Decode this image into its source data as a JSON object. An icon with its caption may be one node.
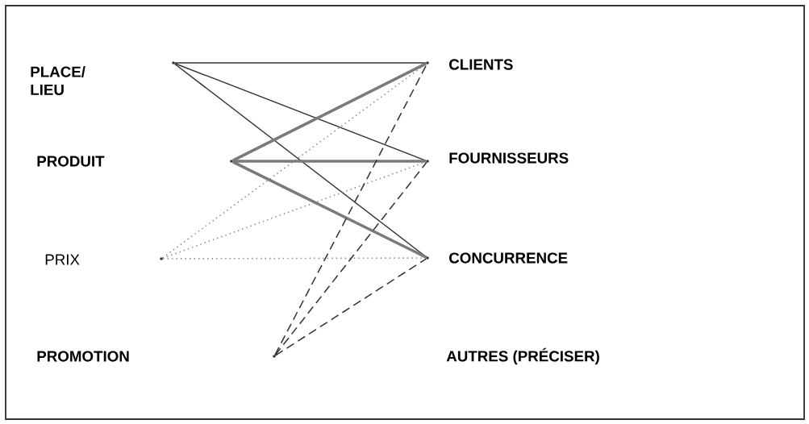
{
  "diagram": {
    "nodes": [
      {
        "text": [],
        "shape": "circle"
      },
      {
        "text": [],
        "shape": "circle"
      },
      {
        "text": [],
        "shape": "circle"
      },
      {
        "text": [],
        "shape": "circle"
      },
      {
        "text": [
          "CLIENTS"
        ]
      },
      {
        "text": [
          "FOURNISSEURS"
        ]
      },
      {
        "text": [
          "CONCURRENCE"
        ]
      },
      {
        "text": [
          "AUTRES (PRÉCISER)"
        ]
      }
    ],
    "edges": [
      {
        "from": 0,
        "to": 4,
        "arrow": "none"
      },
      {
        "from": 0,
        "to": 5,
        "arrow": "none"
      },
      {
        "from": 0,
        "to": 6,
        "arrow": "none"
      },
      {
        "from": 1,
        "to": 4,
        "arrow": "none",
        "style": "thick",
        "color": "#7a7a7a"
      },
      {
        "from": 1,
        "to": 5,
        "arrow": "none",
        "style": "thick",
        "color": "#7a7a7a"
      },
      {
        "from": 1,
        "to": 6,
        "arrow": "none",
        "style": "thick",
        "color": "#7a7a7a"
      },
      {
        "from": 2,
        "to": 4,
        "arrow": "none",
        "style": "dashed",
        "color": "#8a8a8a"
      },
      {
        "from": 2,
        "to": 5,
        "arrow": "none",
        "style": "dashed",
        "color": "#8a8a8a"
      },
      {
        "from": 2,
        "to": 6,
        "arrow": "none",
        "style": "dashed",
        "color": "#8a8a8a"
      },
      {
        "from": 3,
        "to": 4,
        "arrow": "none",
        "style": "dashed"
      },
      {
        "from": 3,
        "to": 5,
        "arrow": "none",
        "style": "dashed"
      },
      {
        "from": 3,
        "to": 6,
        "arrow": "none",
        "style": "dashed"
      }
    ],
    "labels": [
      "PLACE/ LIEU",
      "PRODUIT",
      "PRIX",
      "PROMOTION"
    ]
  }
}
